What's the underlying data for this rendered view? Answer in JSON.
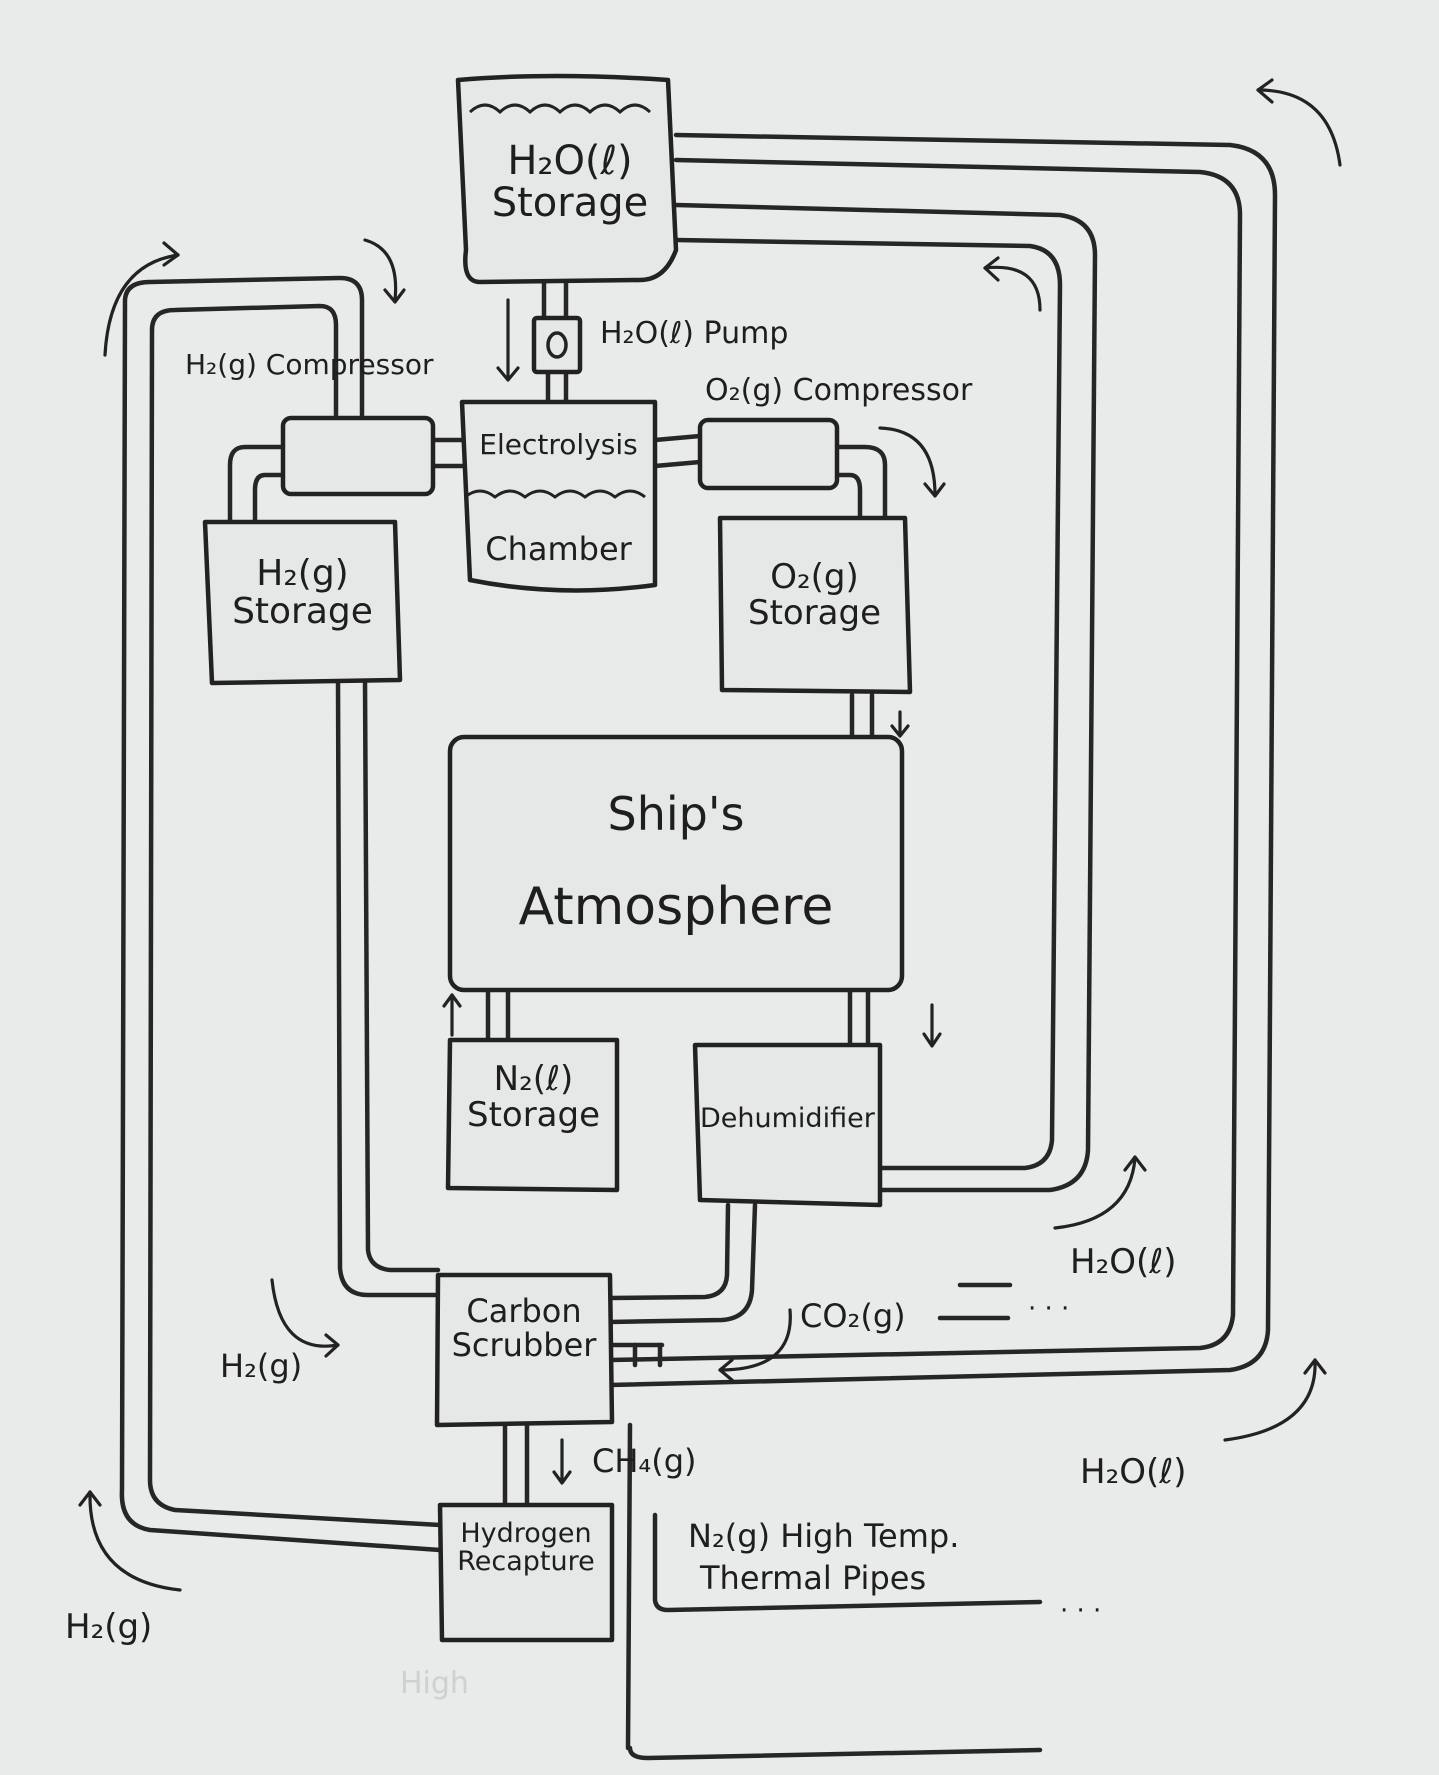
{
  "components": {
    "water_storage": "H₂O(ℓ)\nStorage",
    "water_pump": "H₂O(ℓ) Pump",
    "h2_compressor": "H₂(g) Compressor",
    "o2_compressor": "O₂(g) Compressor",
    "electrolysis_top": "Electrolysis",
    "electrolysis_bottom": "Chamber",
    "h2_storage": "H₂(g)\nStorage",
    "o2_storage": "O₂(g)\nStorage",
    "atmosphere_line1": "Ship's",
    "atmosphere_line2": "Atmosphere",
    "n2_storage": "N₂(ℓ)\nStorage",
    "dehumidifier": "Dehumidifier",
    "carbon_scrubber": "Carbon\nScrubber",
    "hydrogen_recapture": "Hydrogen\nRecapture"
  },
  "flow_labels": {
    "water_right": "H₂O(ℓ)",
    "water_bottom_right": "H₂O(ℓ)",
    "co2": "CO₂(g)",
    "co2_dots": "· · ·",
    "ch4": "CH₄(g)",
    "h2_left_mid": "H₂(g)",
    "h2_left_bottom": "H₂(g)",
    "n2_pipes_line1": "N₂(g) High Temp.",
    "n2_pipes_line2": "Thermal Pipes",
    "n2_dots": "· · ·",
    "faint_note": "High"
  }
}
